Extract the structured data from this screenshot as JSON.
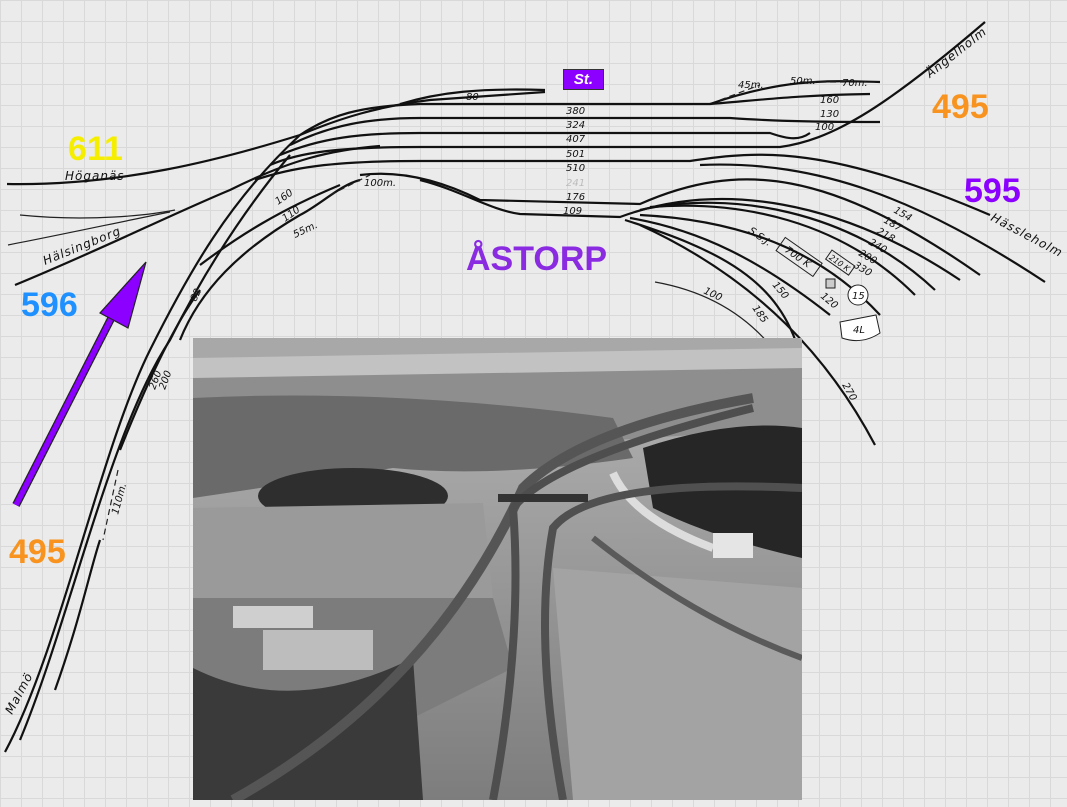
{
  "title": "ÅSTORP",
  "station_badge": "St.",
  "route_numbers": {
    "hoganas": {
      "label": "611",
      "color": "#f5ee00"
    },
    "angelholm": {
      "label": "495",
      "color": "#f7931e"
    },
    "hassleholm": {
      "label": "595",
      "color": "#8b00ff"
    },
    "halsingborg": {
      "label": "596",
      "color": "#1e90ff"
    },
    "malmo": {
      "label": "495",
      "color": "#f7931e"
    }
  },
  "arrow_color": "#8b00ff",
  "places": {
    "hoganas": "Höganäs",
    "halsingborg": "Hälsingborg",
    "angelholm": "Ängelholm",
    "hassleholm": "Hässleholm",
    "malmo": "Malmö"
  },
  "track_lengths": {
    "t80": "80",
    "t380": "380",
    "t324": "324",
    "t407": "407",
    "t501": "501",
    "t510": "510",
    "t241": "241",
    "t176": "176",
    "t109": "109",
    "t160a": "160",
    "t130": "130",
    "t100a": "100",
    "t154": "154",
    "t187": "187",
    "t218": "218",
    "t240": "240",
    "t200a": "200",
    "t330": "330",
    "t120": "120",
    "t150": "150",
    "t185": "185",
    "t100b": "100",
    "t270": "270",
    "t160b": "160",
    "t110": "110",
    "t82": "82",
    "t260": "260",
    "t200b": "200"
  },
  "distances": {
    "d45": "45m.",
    "d50": "50m.",
    "d70": "70m.",
    "d100": "100m.",
    "d55": "55m.",
    "d110": "110m."
  },
  "facilities": {
    "ssj": "S.S.J.",
    "shed": "700 K",
    "small_shed": "210 K",
    "turntable": "15",
    "depot": "4L"
  }
}
